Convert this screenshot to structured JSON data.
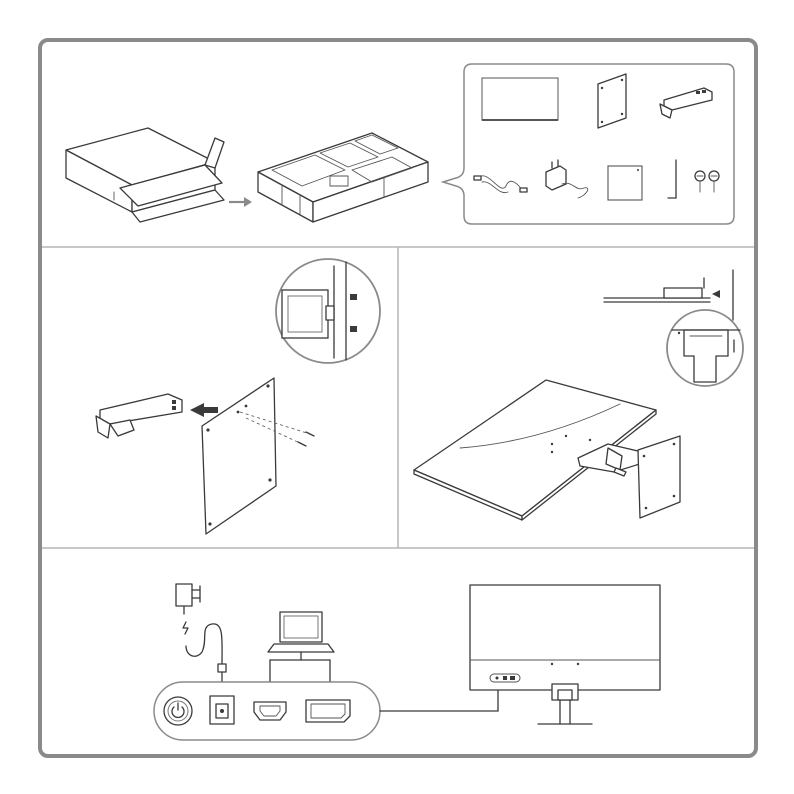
{
  "frame": {
    "border_color": "#8a8a8a",
    "line_color": "#3a3a3a",
    "arrow_color": "#8a8a8a"
  },
  "panels": [
    {
      "step": "unpack",
      "icons": [
        "box-open-icon",
        "foam-tray-icon",
        "monitor-panel-icon",
        "stand-base-icon",
        "stand-arm-icon",
        "cable-icon",
        "power-adapter-icon",
        "document-icon",
        "allen-key-icon",
        "screws-icon"
      ]
    },
    {
      "step": "attach-arm",
      "icons": [
        "stand-arm-icon",
        "monitor-back-icon",
        "screw-icon",
        "zoom-detail-icon"
      ]
    },
    {
      "step": "attach-base",
      "icons": [
        "stand-base-icon",
        "monitor-back-icon",
        "zoom-detail-icon"
      ]
    },
    {
      "step": "connect",
      "icons": [
        "power-adapter-icon",
        "laptop-icon",
        "power-button-icon",
        "dc-port-icon",
        "hdmi-port-icon",
        "displayport-icon",
        "monitor-front-icon"
      ]
    }
  ]
}
